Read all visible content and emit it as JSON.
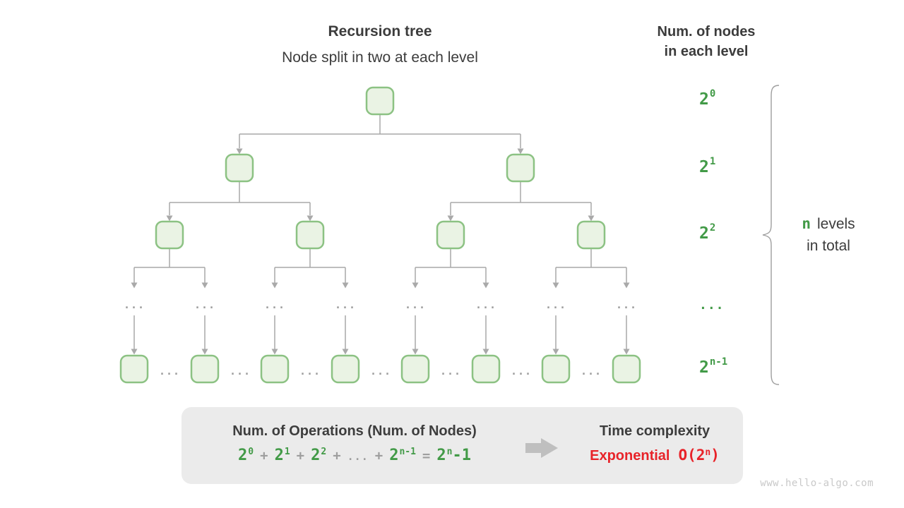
{
  "header": {
    "title": "Recursion tree",
    "subtitle": "Node split in two at each level"
  },
  "right_header": {
    "line1": "Num. of nodes",
    "line2": "in each level"
  },
  "tree": {
    "ellipsis": "...",
    "levels_node_counts": [
      1,
      2,
      4,
      "...",
      8
    ]
  },
  "level_labels": [
    {
      "base": "2",
      "sup": "0"
    },
    {
      "base": "2",
      "sup": "1"
    },
    {
      "base": "2",
      "sup": "2"
    },
    {
      "base": "...",
      "sup": ""
    },
    {
      "base": "2",
      "sup": "n-1"
    }
  ],
  "brace_label": {
    "n": "n",
    "levels_word": "levels",
    "line2": "in total"
  },
  "summary_box": {
    "operations_title": "Num. of Operations (Num. of Nodes)",
    "formula": {
      "t0_base": "2",
      "t0_sup": "0",
      "plus": "+",
      "t1_base": "2",
      "t1_sup": "1",
      "t2_base": "2",
      "t2_sup": "2",
      "dots": "...",
      "tn_base": "2",
      "tn_sup": "n-1",
      "equals": "=",
      "res_base": "2",
      "res_sup": "n",
      "res_tail": "-1"
    },
    "time_title": "Time complexity",
    "complexity_word": "Exponential",
    "big_o": {
      "open": "O(2",
      "sup": "n",
      "close": ")"
    }
  },
  "watermark": "www.hello-algo.com",
  "colors": {
    "green_text": "#429a47",
    "node_fill": "#eaf3e4",
    "node_border": "#8cc283",
    "connector_gray": "#a9a9a9",
    "operator_gray": "#9e9e9e",
    "red": "#e82329",
    "box_bg": "#ebebeb",
    "dark_text": "#3c3c3c",
    "watermark_gray": "#c9c9c9"
  }
}
